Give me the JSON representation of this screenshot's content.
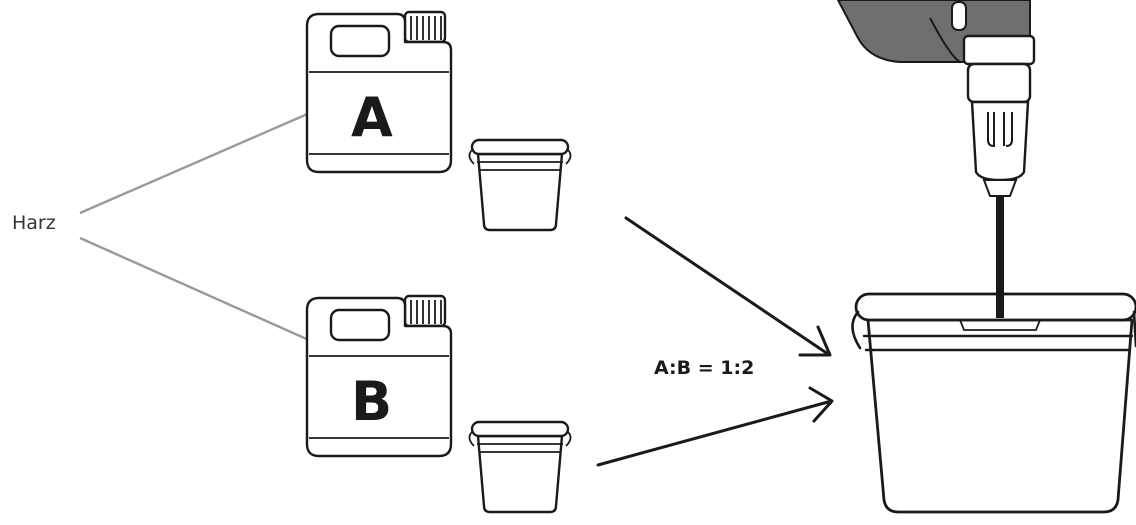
{
  "labels": {
    "resin": "Harz",
    "ratio": "A:B = 1:2"
  },
  "canisters": [
    {
      "letter": "A"
    },
    {
      "letter": "B"
    }
  ],
  "colors": {
    "line": "#1a1a1a",
    "leader": "#9a9a9a",
    "drill_body": "#6e6e6e",
    "background": "#ffffff"
  },
  "icons": [
    "canister-icon",
    "small-bucket-icon",
    "large-bucket-icon",
    "drill-icon",
    "arrow-icon"
  ]
}
